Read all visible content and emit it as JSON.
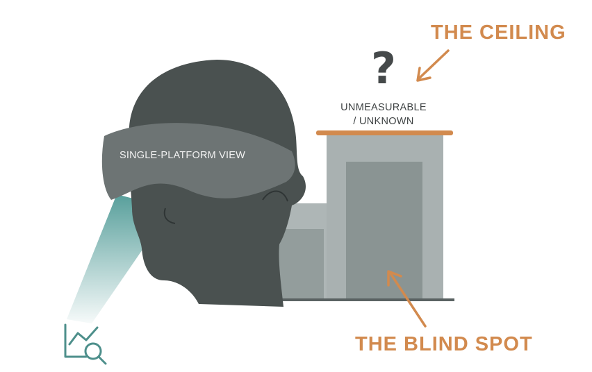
{
  "labels": {
    "ceiling": "THE CEILING",
    "blind_spot": "THE BLIND SPOT",
    "question_mark": "?",
    "unknown_line1": "UNMEASURABLE",
    "unknown_line2": "/ UNKNOWN",
    "mask_text": "SINGLE-PLATFORM VIEW"
  },
  "icons": {
    "analytics": "analytics-search-icon"
  },
  "colors": {
    "accent_orange": "#d28a4e",
    "head_gray": "#4a5150",
    "mask_gray": "#6d7474",
    "beam_teal": "#4f9a96",
    "building_light": "#a7afaf",
    "building_dark": "#8a9493"
  }
}
